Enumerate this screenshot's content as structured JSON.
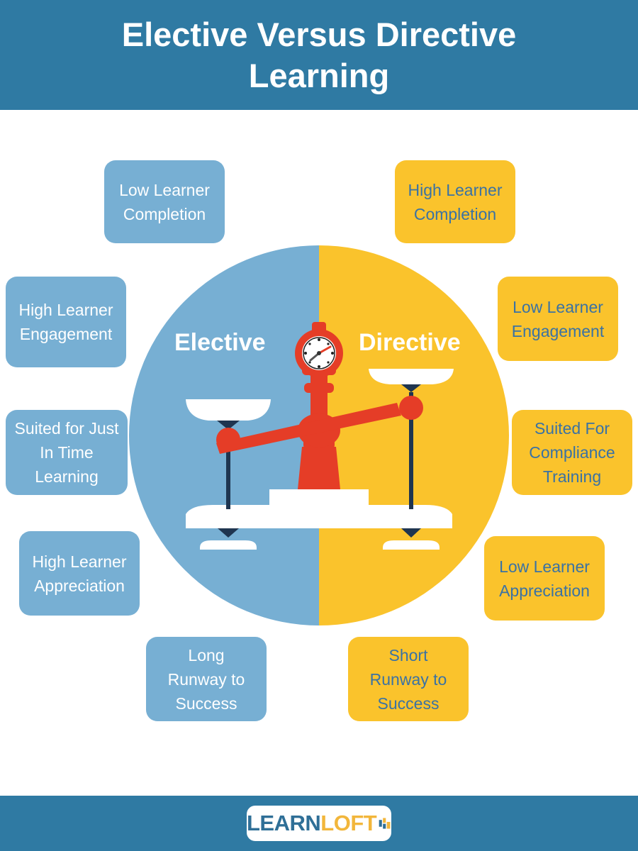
{
  "title": "Elective Versus Directive Learning",
  "colors": {
    "header": "#2f7aa3",
    "elective": "#77afd3",
    "directive": "#fac32c",
    "scale": "#e53d27",
    "directive_text": "#3a72a4"
  },
  "circle": {
    "left_label": "Elective",
    "right_label": "Directive"
  },
  "elective_items": [
    "Low Learner Completion",
    "High Learner Engagement",
    "Suited for Just In Time Learning",
    "High Learner Appreciation",
    "Long Runway to Success"
  ],
  "directive_items": [
    "High Learner Completion",
    "Low Learner Engagement",
    "Suited For Compliance Training",
    "Low Learner Appreciation",
    "Short Runway to Success"
  ],
  "logo": {
    "learn": "LEARN",
    "loft": "LOFT"
  }
}
